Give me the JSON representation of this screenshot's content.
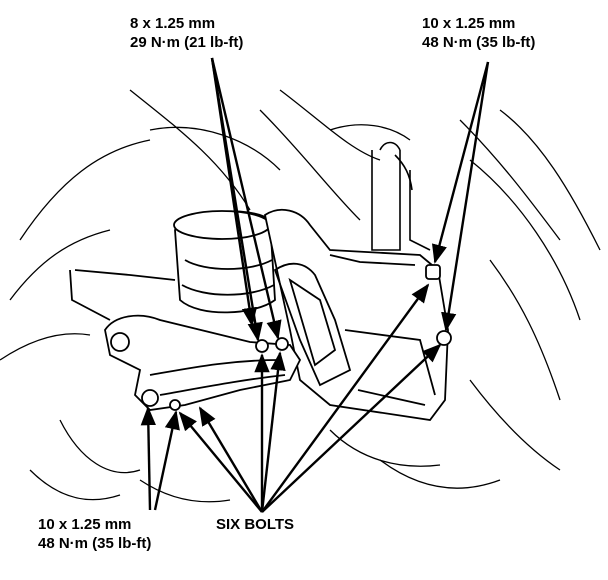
{
  "callouts": {
    "top_mid": {
      "size": "8 x 1.25 mm",
      "torque": "29 N·m (21 lb-ft)"
    },
    "top_right": {
      "size": "10 x 1.25 mm",
      "torque": "48 N·m (35 lb-ft)"
    },
    "bottom_left": {
      "size": "10 x 1.25 mm",
      "torque": "48 N·m (35 lb-ft)"
    },
    "bottom_mid": {
      "label": "SIX BOLTS"
    }
  }
}
